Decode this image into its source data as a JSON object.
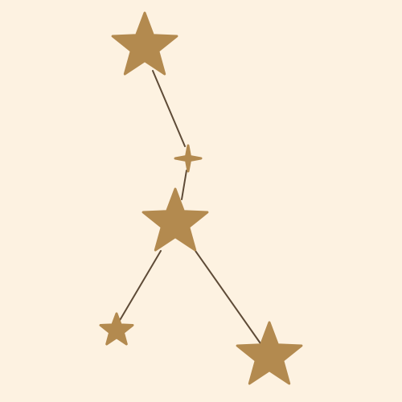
{
  "colors": {
    "background": "#fdf2e1",
    "star": "#b38a4f",
    "line": "#5e4b37"
  },
  "constellation": {
    "stars": [
      {
        "id": "top",
        "icon": "star-icon"
      },
      {
        "id": "small-sparkle",
        "icon": "sparkle-icon"
      },
      {
        "id": "middle",
        "icon": "star-icon"
      },
      {
        "id": "bottom-left",
        "icon": "star-icon"
      },
      {
        "id": "bottom-right",
        "icon": "star-icon"
      }
    ],
    "connections": [
      [
        "top",
        "small-sparkle"
      ],
      [
        "small-sparkle",
        "middle"
      ],
      [
        "middle",
        "bottom-left"
      ],
      [
        "middle",
        "bottom-right"
      ]
    ]
  }
}
